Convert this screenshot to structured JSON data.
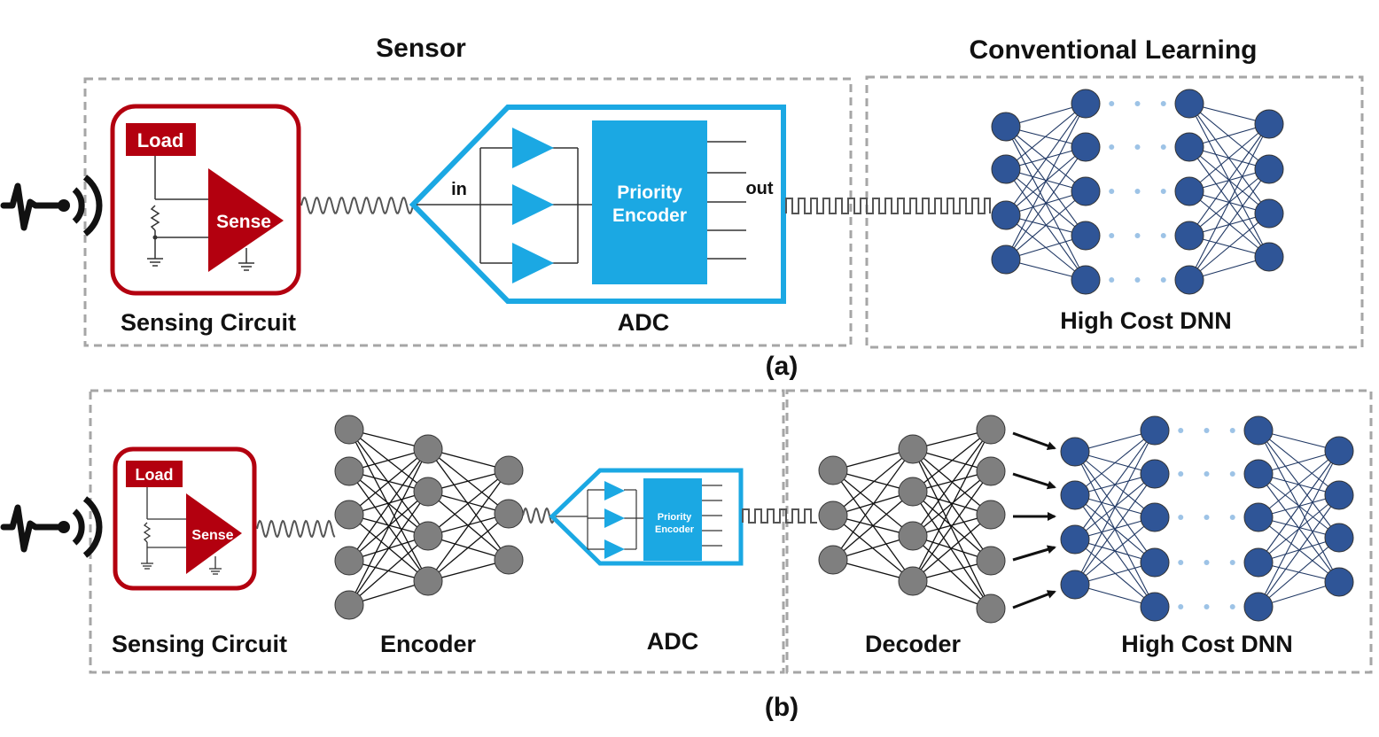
{
  "panel_a": {
    "title_sensor": "Sensor",
    "title_learning": "Conventional Learning",
    "sensing_circuit_label": "Sensing Circuit",
    "load_label": "Load",
    "sense_label": "Sense",
    "adc_in_label": "in",
    "adc_out_label": "out",
    "priority_encoder_label": "Priority",
    "priority_encoder_label2": "Encoder",
    "adc_label": "ADC",
    "dnn_label": "High Cost DNN",
    "caption": "(a)"
  },
  "panel_b": {
    "sensing_circuit_label": "Sensing Circuit",
    "load_label": "Load",
    "sense_label": "Sense",
    "encoder_label": "Encoder",
    "adc_label": "ADC",
    "priority_encoder_label": "Priority",
    "priority_encoder_label2": "Encoder",
    "decoder_label": "Decoder",
    "dnn_label": "High Cost DNN",
    "caption": "(b)"
  },
  "colors": {
    "sensing_red": "#b3000f",
    "adc_blue": "#1ba8e3",
    "dnn_node": "#2f5597",
    "dnn_edge": "#203864",
    "ae_node": "#7f7f7f",
    "box_dash": "#a6a6a6"
  }
}
